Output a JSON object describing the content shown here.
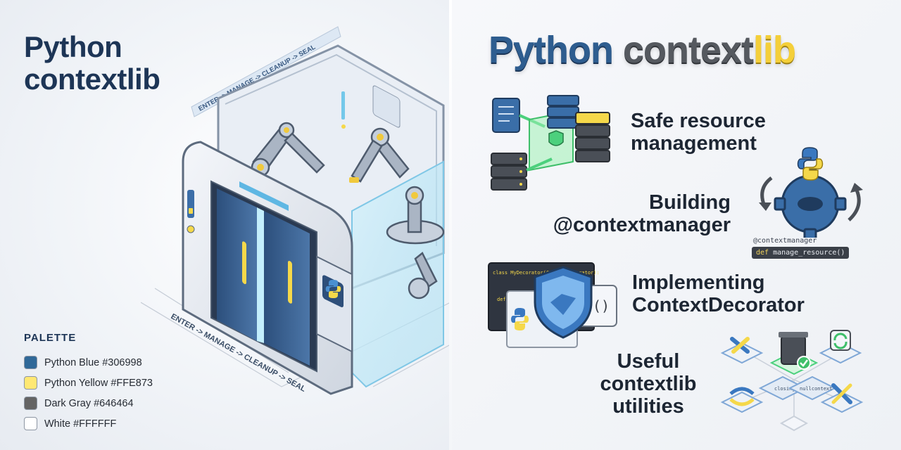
{
  "left": {
    "title_line1": "Python",
    "title_line2": "contextlib",
    "banner_top": "ENTER -> MANAGE -> CLEANUP -> SEAL",
    "banner_floor": "ENTER -> MANAGE -> CLEANUP -> SEAL",
    "palette": {
      "heading": "PALETTE",
      "items": [
        {
          "label": "Python Blue #306998",
          "color": "#306998"
        },
        {
          "label": "Python Yellow #FFE873",
          "color": "#FFE873"
        },
        {
          "label": "Dark Gray #646464",
          "color": "#646464"
        },
        {
          "label": "White #FFFFFF",
          "color": "#FFFFFF"
        }
      ]
    }
  },
  "right": {
    "title_part1": "Python ",
    "title_part2": "context",
    "title_part3": "lib",
    "features": [
      {
        "line1": "Safe resource",
        "line2": "management",
        "icon": "database-shield-icon"
      },
      {
        "line1": "Building",
        "line2": "@contextmanager",
        "icon": "python-gear-icon"
      },
      {
        "line1": "Implementing",
        "line2": "ContextDecorator",
        "icon": "shield-decorator-icon"
      },
      {
        "line1": "Useful",
        "line2": "contextlib",
        "line3": "utilities",
        "icon": "utilities-icon"
      }
    ],
    "code_badge": {
      "decorator": "@contextmanager",
      "keyword": "def",
      "signature": " manage_resource()"
    },
    "decorator_code": "class MyDecorator(ContextDecorator):",
    "decorator_code2": "def",
    "fcall": "f()",
    "util_tile1": "closing",
    "util_tile2": "nullcontext"
  },
  "colors": {
    "python_blue": "#306998",
    "python_yellow": "#FFE873",
    "dark_gray": "#646464",
    "navy_title": "#1d3556"
  }
}
